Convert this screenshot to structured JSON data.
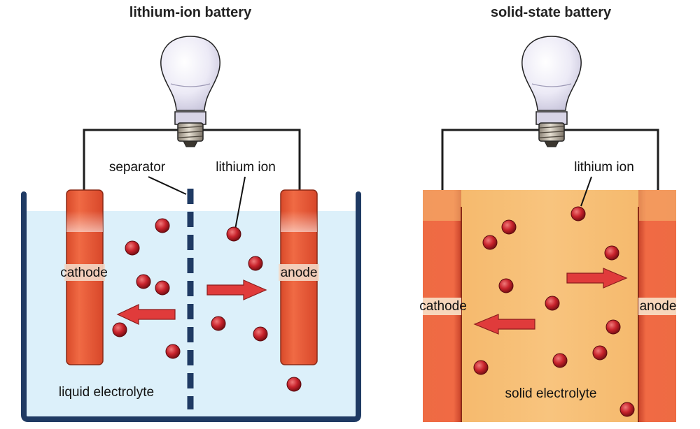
{
  "left_panel": {
    "title": "lithium-ion battery",
    "separator_label": "separator",
    "ion_label": "lithium ion",
    "cathode_label": "cathode",
    "anode_label": "anode",
    "electrolyte_label": "liquid electrolyte"
  },
  "right_panel": {
    "title": "solid-state battery",
    "ion_label": "lithium ion",
    "cathode_label": "cathode",
    "anode_label": "anode",
    "electrolyte_label": "solid electrolyte"
  },
  "colors": {
    "electrode": "#ea5a37",
    "ion": "#c8232c",
    "arrow": "#e03b3b",
    "liquid": "#dcf0fa",
    "container": "#1f3a63",
    "solid": "#f6bf72"
  }
}
